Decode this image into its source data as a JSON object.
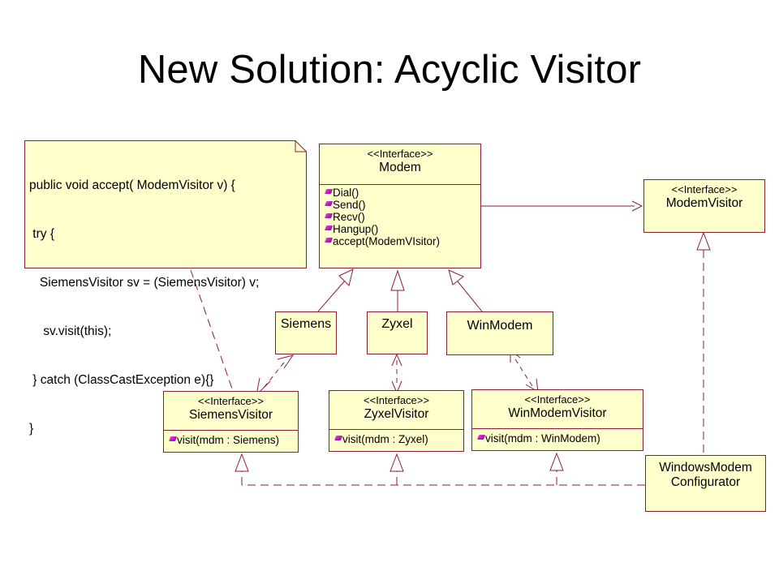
{
  "title": "New Solution: Acyclic Visitor",
  "note": {
    "lines": [
      "public void accept( ModemVisitor v) {",
      " try {",
      "   SiemensVisitor sv = (SiemensVisitor) v;",
      "    sv.visit(this);",
      " } catch (ClassCastException e){}",
      "}"
    ]
  },
  "classes": {
    "modem": {
      "stereotype": "<<Interface>>",
      "name": "Modem",
      "operations": [
        "Dial()",
        "Send()",
        "Recv()",
        "Hangup()",
        "accept(ModemVIsitor)"
      ]
    },
    "modem_visitor": {
      "stereotype": "<<Interface>>",
      "name": "ModemVisitor"
    },
    "siemens": {
      "name": "Siemens"
    },
    "zyxel": {
      "name": "Zyxel"
    },
    "winmodem": {
      "name": "WinModem"
    },
    "siemens_visitor": {
      "stereotype": "<<Interface>>",
      "name": "SiemensVisitor",
      "operations": [
        "visit(mdm : Siemens)"
      ]
    },
    "zyxel_visitor": {
      "stereotype": "<<Interface>>",
      "name": "ZyxelVisitor",
      "operations": [
        "visit(mdm : Zyxel)"
      ]
    },
    "winmodem_visitor": {
      "stereotype": "<<Interface>>",
      "name": "WinModemVisitor",
      "operations": [
        "visit(mdm : WinModem)"
      ]
    },
    "configurator": {
      "name_line1": "WindowsModem",
      "name_line2": "Configurator"
    }
  },
  "colors": {
    "box_fill": "#ffffcc",
    "line": "#8a1c3c"
  }
}
